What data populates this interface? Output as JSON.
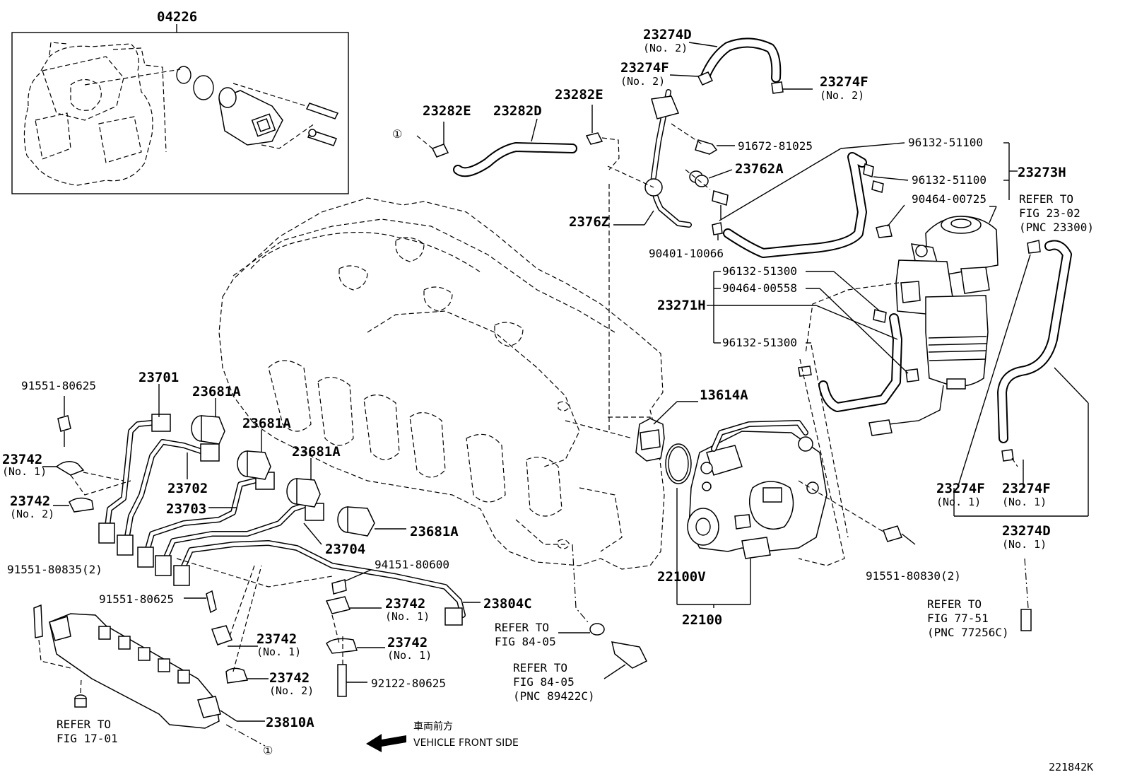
{
  "diagram": {
    "figure_id": "221842K",
    "direction": {
      "jp": "車両前方",
      "en": "VEHICLE FRONT SIDE"
    },
    "labels": {
      "p04226": "04226",
      "p23274D_top": "23274D",
      "p23274D_top_sub": "(No. 2)",
      "p23274F_a": "23274F",
      "p23274F_a_sub": "(No. 2)",
      "p23274F_b": "23274F",
      "p23274F_b_sub": "(No. 2)",
      "p23282E_a": "23282E",
      "p23282D": "23282D",
      "p23282E_b": "23282E",
      "circle1_top": "①",
      "p91672": "91672-81025",
      "p96132_a": "96132-51100",
      "p23762A": "23762A",
      "p96132_b": "96132-51100",
      "p23273H": "23273H",
      "p90464_a": "90464-00725",
      "ref_23_02_a": "REFER TO",
      "ref_23_02_b": "FIG 23-02",
      "ref_23_02_c": "(PNC 23300)",
      "p2376Z": "2376Z",
      "p90401": "90401-10066",
      "p96132_c": "96132-51300",
      "p90464_b": "90464-00558",
      "p23271H": "23271H",
      "p96132_d": "96132-51300",
      "p91551_a": "91551-80625",
      "p23701": "23701",
      "p23681A_a": "23681A",
      "p23681A_b": "23681A",
      "p23681A_c": "23681A",
      "p13614A": "13614A",
      "p23742_a": "23742",
      "p23742_a_sub": "(No. 1)",
      "p23702": "23702",
      "p23742_b": "23742",
      "p23742_b_sub": "(No. 2)",
      "p23703": "23703",
      "p23681A_d": "23681A",
      "p23704": "23704",
      "p22100V": "22100V",
      "p23274F_c": "23274F",
      "p23274F_c_sub": "(No. 1)",
      "p23274F_d": "23274F",
      "p23274F_d_sub": "(No. 1)",
      "p23274D_bot": "23274D",
      "p23274D_bot_sub": "(No. 1)",
      "p91551_b": "91551-80835(2)",
      "p94151": "94151-80600",
      "p91551_c": "91551-80625",
      "p23804C": "23804C",
      "p23742_c": "23742",
      "p23742_c_sub": "(No. 1)",
      "p91551_d": "91551-80830(2)",
      "p22100": "22100",
      "ref_84_05_a1": "REFER TO",
      "ref_84_05_a2": "FIG 84-05",
      "p23742_d": "23742",
      "p23742_d_sub": "(No. 1)",
      "p23742_e": "23742",
      "p23742_e_sub": "(No. 1)",
      "ref_77_51_a": "REFER TO",
      "ref_77_51_b": "FIG 77-51",
      "ref_77_51_c": "(PNC 77256C)",
      "p23742_f": "23742",
      "p23742_f_sub": "(No. 2)",
      "p92122": "92122-80625",
      "ref_84_05_b1": "REFER TO",
      "ref_84_05_b2": "FIG 84-05",
      "ref_84_05_b3": "(PNC 89422C)",
      "ref_17_01_a": "REFER TO",
      "ref_17_01_b": "FIG 17-01",
      "p23810A": "23810A",
      "circle1_bot": "①"
    }
  }
}
